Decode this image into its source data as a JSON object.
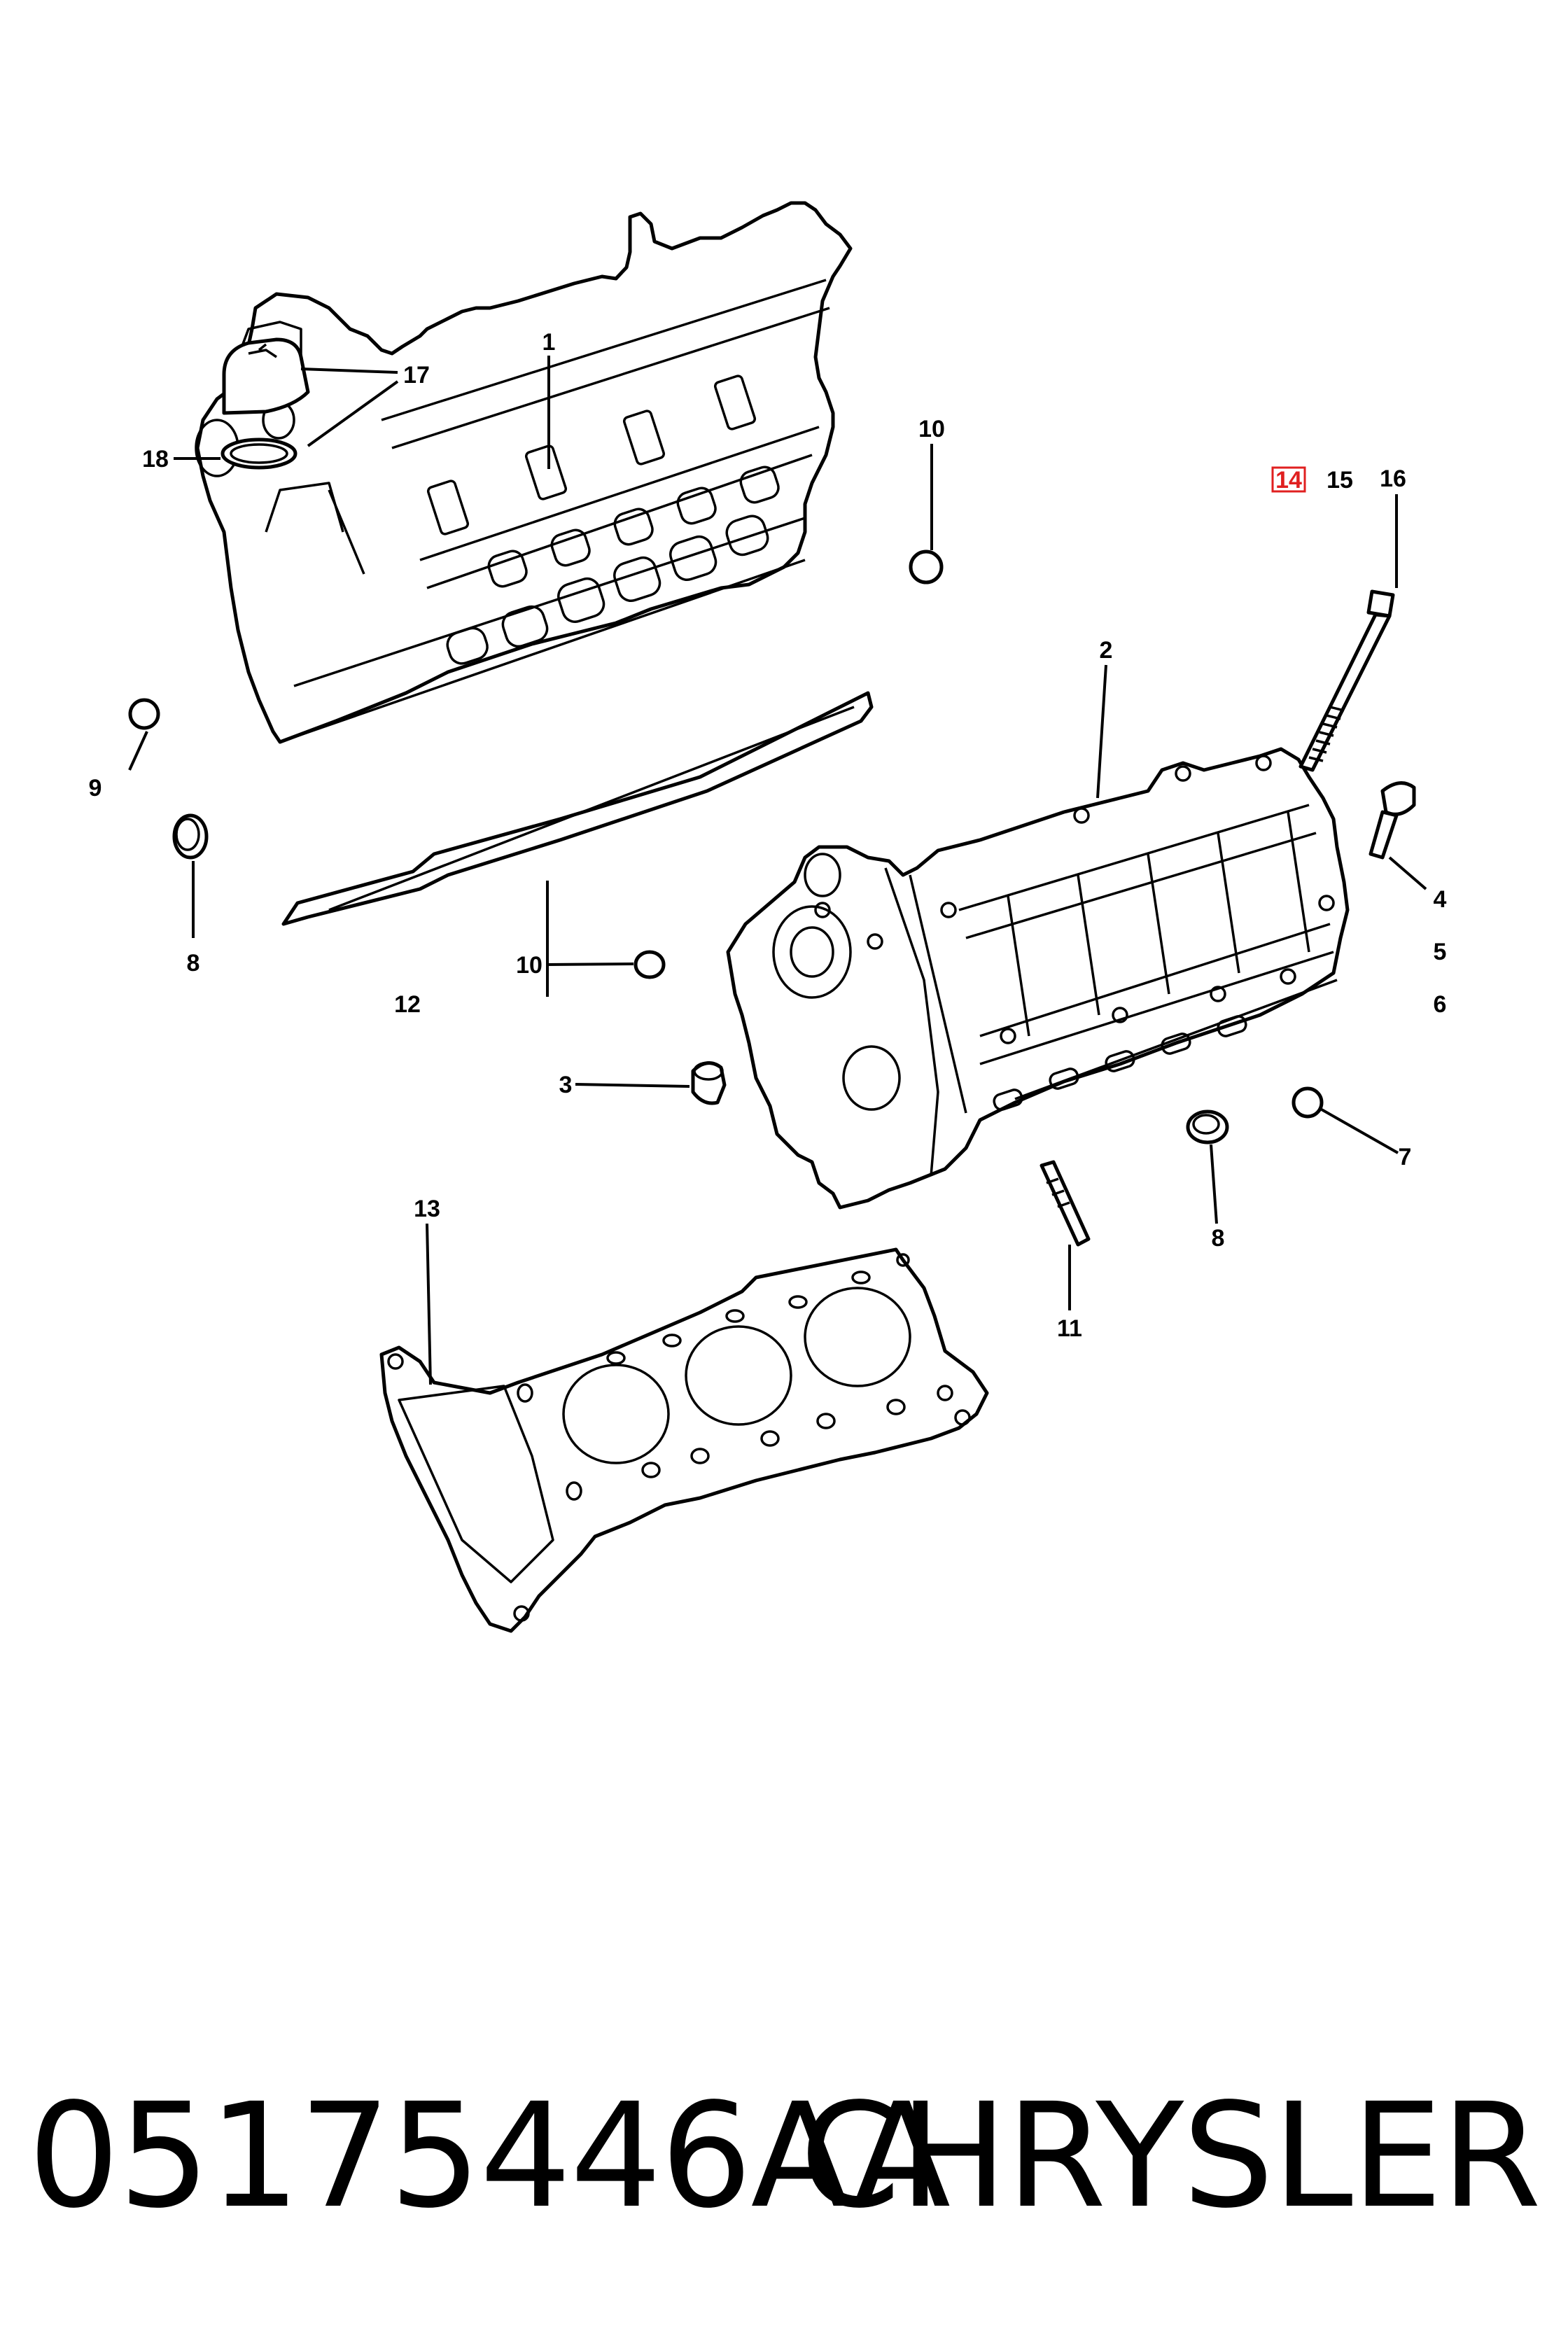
{
  "callouts": {
    "c1": "1",
    "c2": "2",
    "c3": "3",
    "c4": "4",
    "c5": "5",
    "c6": "6",
    "c7": "7",
    "c8a": "8",
    "c8b": "8",
    "c9": "9",
    "c10a": "10",
    "c10b": "10",
    "c11": "11",
    "c12": "12",
    "c13": "13",
    "c14": "14",
    "c15": "15",
    "c16": "16",
    "c17": "17",
    "c18": "18"
  },
  "highlighted_callout": "14",
  "footer": {
    "part_number": "05175446AA",
    "brand": "CHRYSLER"
  },
  "colors": {
    "highlight": "#e02020",
    "line": "#000000",
    "background": "#ffffff"
  }
}
